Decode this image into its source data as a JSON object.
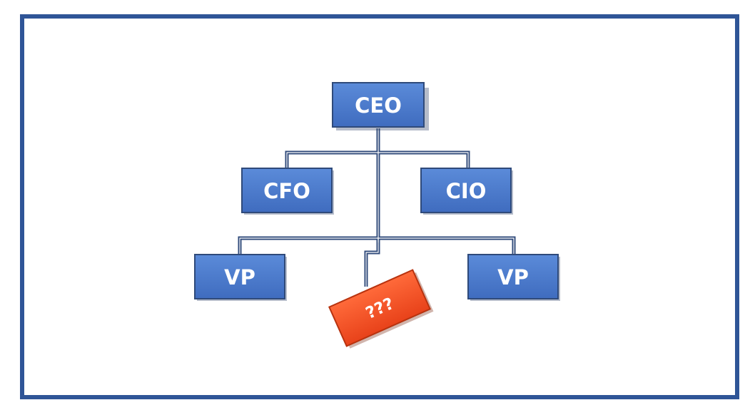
{
  "org_chart": {
    "nodes": {
      "ceo": {
        "label": "CEO"
      },
      "cfo": {
        "label": "CFO"
      },
      "cio": {
        "label": "CIO"
      },
      "vp_left": {
        "label": "VP"
      },
      "vp_right": {
        "label": "VP"
      },
      "unknown": {
        "label": "???"
      }
    },
    "colors": {
      "frame_border": "#2f5597",
      "box_fill": "#4472c4",
      "box_border": "#2f4a7a",
      "connector": "#2f4a7a",
      "highlight_fill": "#f4511e"
    }
  }
}
